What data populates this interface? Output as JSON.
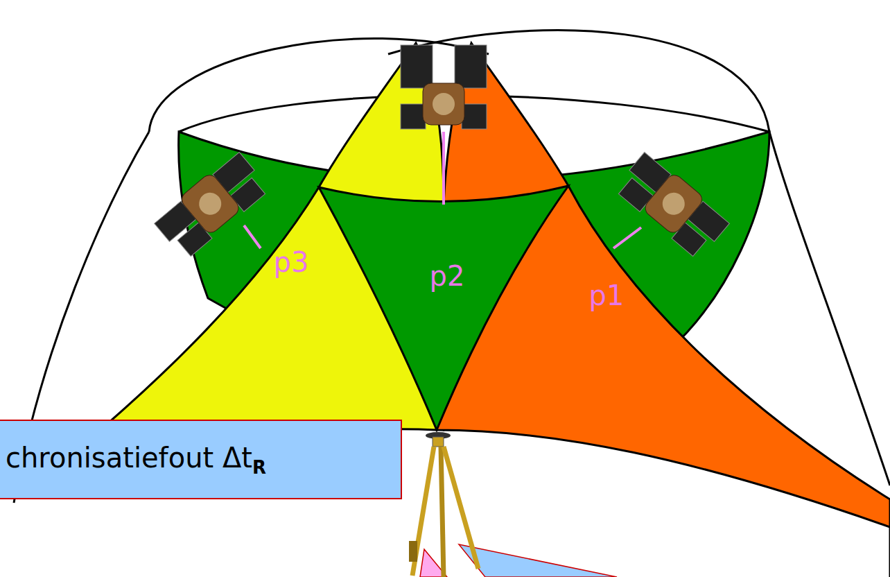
{
  "diagram": {
    "nodes": [
      {
        "text": [
          "chronisatiefout Δt",
          "R"
        ]
      }
    ],
    "labels": [
      "p3",
      "p2",
      "p1"
    ]
  }
}
